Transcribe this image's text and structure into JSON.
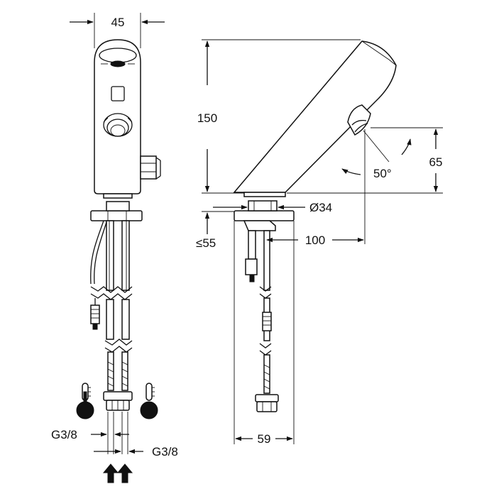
{
  "dimensions": {
    "width_top": "45",
    "height": "150",
    "height_sensor": "65",
    "angle": "50°",
    "diameter": "Ø34",
    "depth": "≤55",
    "reach": "100",
    "base_width": "59",
    "thread_left": "G3/8",
    "thread_right": "G3/8"
  },
  "icons": {
    "hot": "hot-water-thermometer-icon",
    "cold": "cold-water-thermometer-icon",
    "inlet": "inlet-arrow-icon"
  }
}
